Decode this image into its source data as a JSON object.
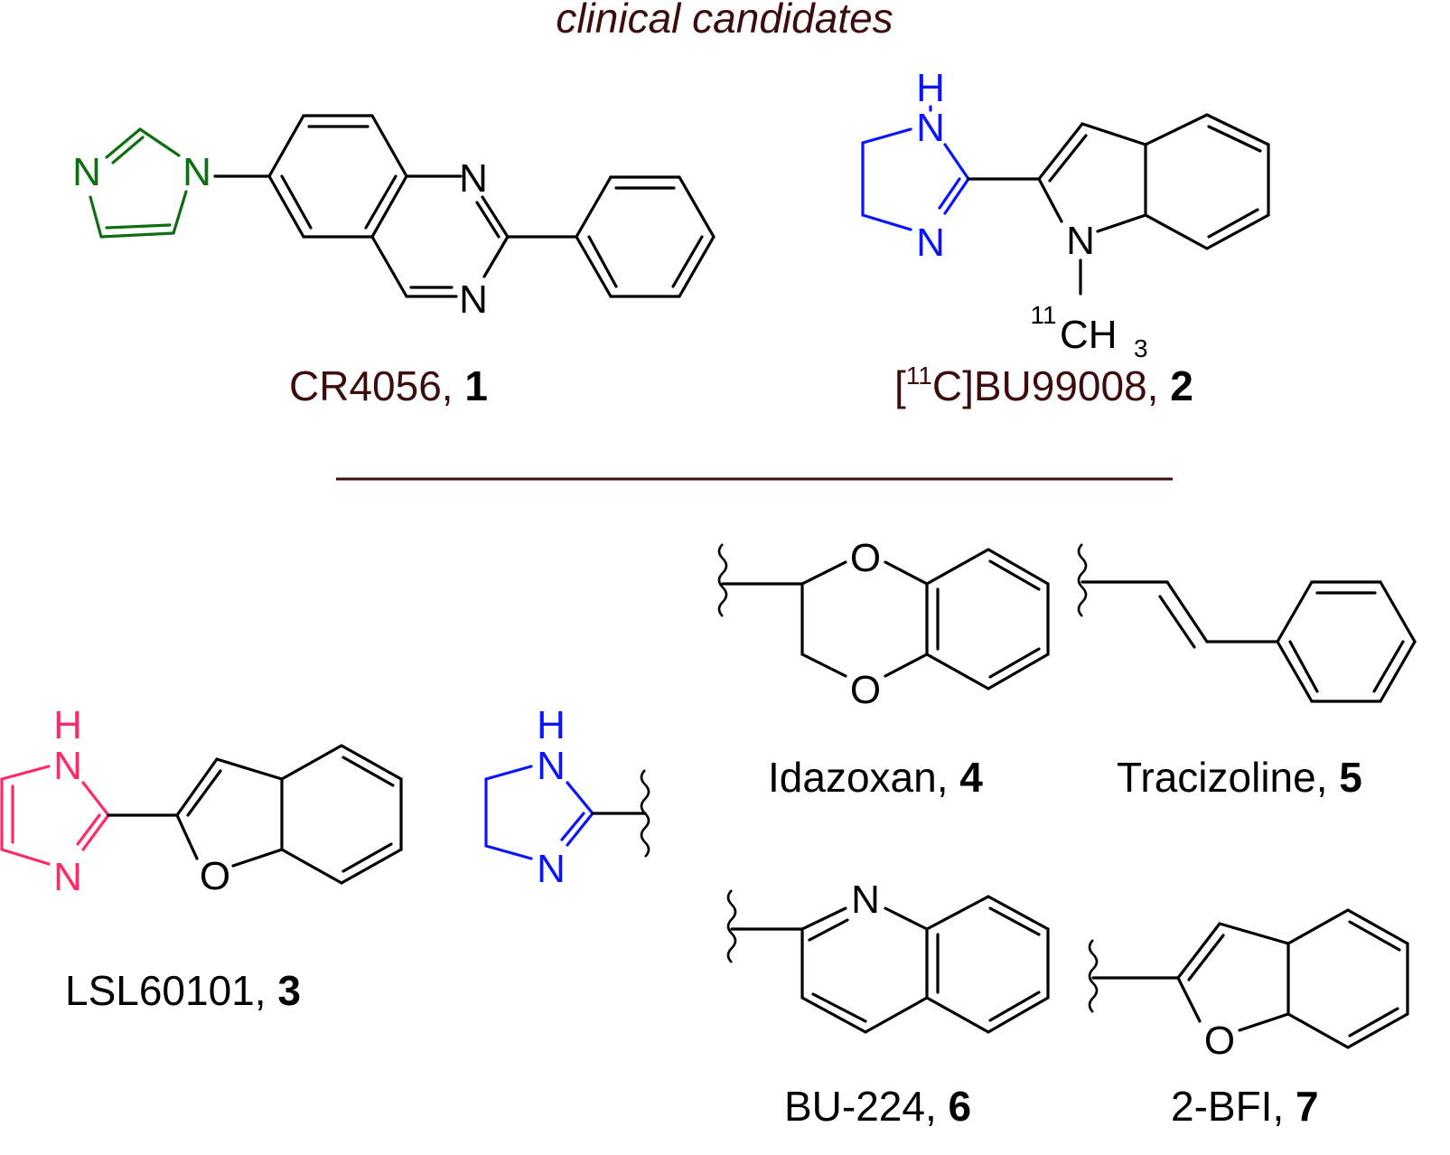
{
  "title": "clinical candidates",
  "labels": {
    "c1": {
      "name": "CR4056, ",
      "num": "1"
    },
    "c2": {
      "sup": "11",
      "name_pre": "[",
      "name_post": "C]BU99008, ",
      "num": "2"
    },
    "c3": {
      "name": "LSL60101, ",
      "num": "3"
    },
    "c4": {
      "name": "Idazoxan, ",
      "num": "4"
    },
    "c5": {
      "name": "Tracizoline, ",
      "num": "5"
    },
    "c6": {
      "name": "BU-224, ",
      "num": "6"
    },
    "c7": {
      "name": "2-BFI, ",
      "num": "7"
    }
  },
  "atoms": {
    "N": "N",
    "O": "O",
    "H": "H",
    "C": "C",
    "H3": "H",
    "three": "3",
    "eleven": "11"
  },
  "colors": {
    "imidazole_c1": "#0f6e12",
    "imidazoline": "#0a14ff",
    "imidazole_c3": "#ff2a6a",
    "label_text": "#3d0d0d",
    "divider": "#3d0d0d"
  }
}
